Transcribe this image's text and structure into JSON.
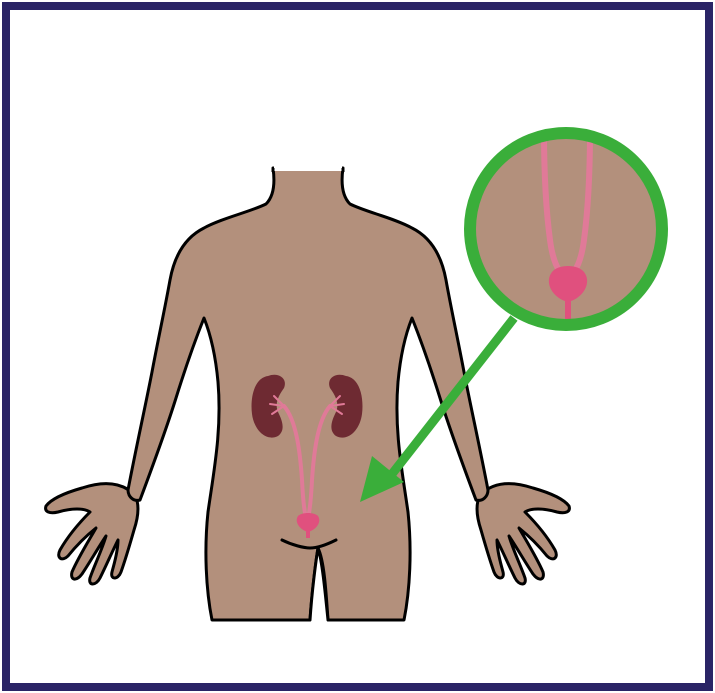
{
  "illustration": {
    "subject": "urinary-system",
    "colors": {
      "frame": "#2a2466",
      "skin": "#b3907c",
      "outline": "#000000",
      "kidney": "#6e2a32",
      "urinary_tract": "#e07a98",
      "bladder": "#e0507e",
      "magnifier": "#3aae3a",
      "background": "#ffffff"
    },
    "icons": [
      "body-outline",
      "kidney-icon",
      "ureter-icon",
      "bladder-icon",
      "magnifier-circle",
      "pointer-arrow"
    ]
  }
}
